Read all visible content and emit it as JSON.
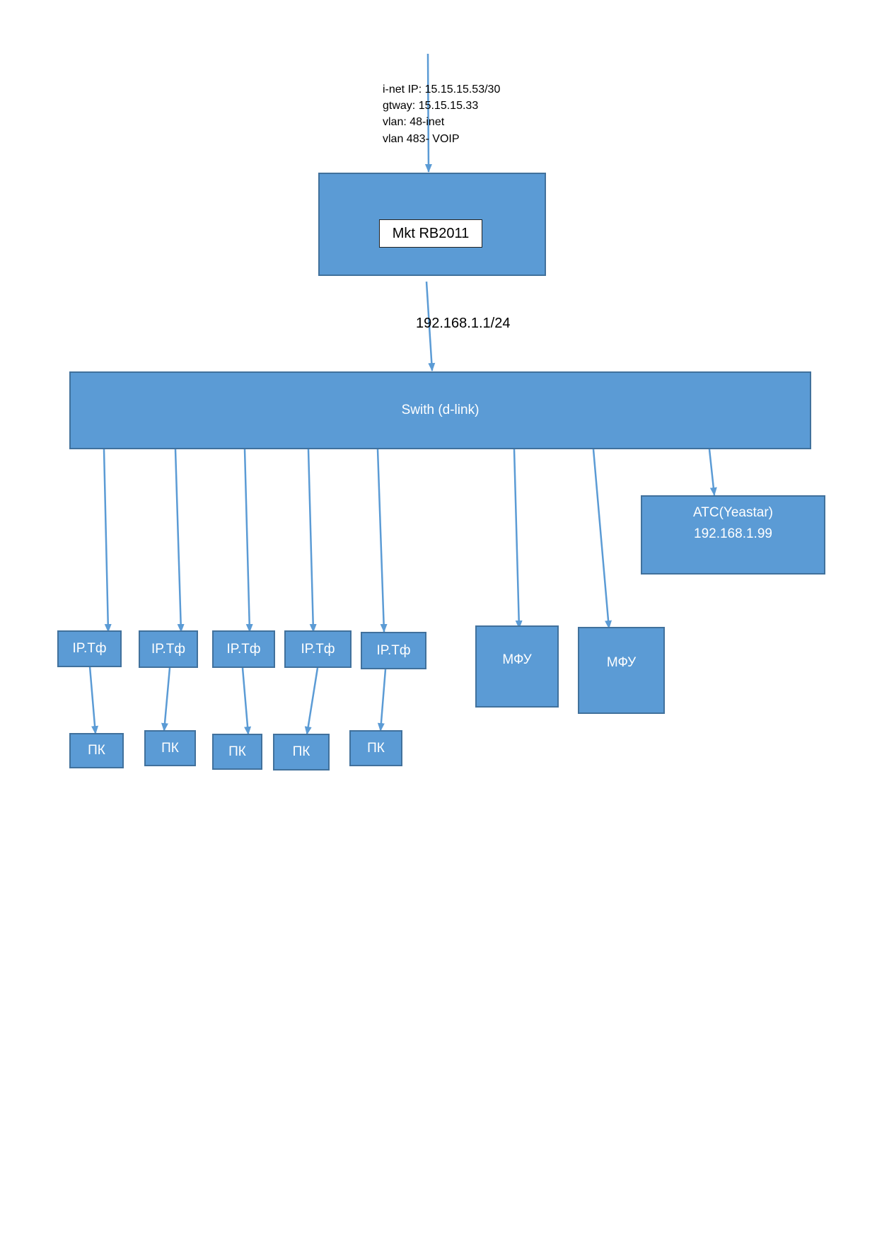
{
  "uplink": {
    "lines": [
      "i-net  IP: 15.15.15.53/30",
      "gtway: 15.15.15.33",
      "vlan: 48-inet",
      "vlan 483- VOIP"
    ]
  },
  "router": {
    "label": "Mkt RB2011"
  },
  "lan_subnet": "192.168.1.1/24",
  "switch": {
    "label": "Swith (d-link)"
  },
  "pbx": {
    "line1": "ATC(Yeastar)",
    "line2": "192.168.1.99"
  },
  "phones": [
    "IP.Tф",
    "IP.Tф",
    "IP.Tф",
    "IP.Tф",
    "IP.Tф"
  ],
  "pcs": [
    "ПК",
    "ПК",
    "ПК",
    "ПК",
    "ПК"
  ],
  "mfp": [
    "МФУ",
    "МФУ"
  ],
  "colors": {
    "box_fill": "#5b9bd5",
    "box_border": "#41719c",
    "arrow": "#5b9bd5"
  }
}
